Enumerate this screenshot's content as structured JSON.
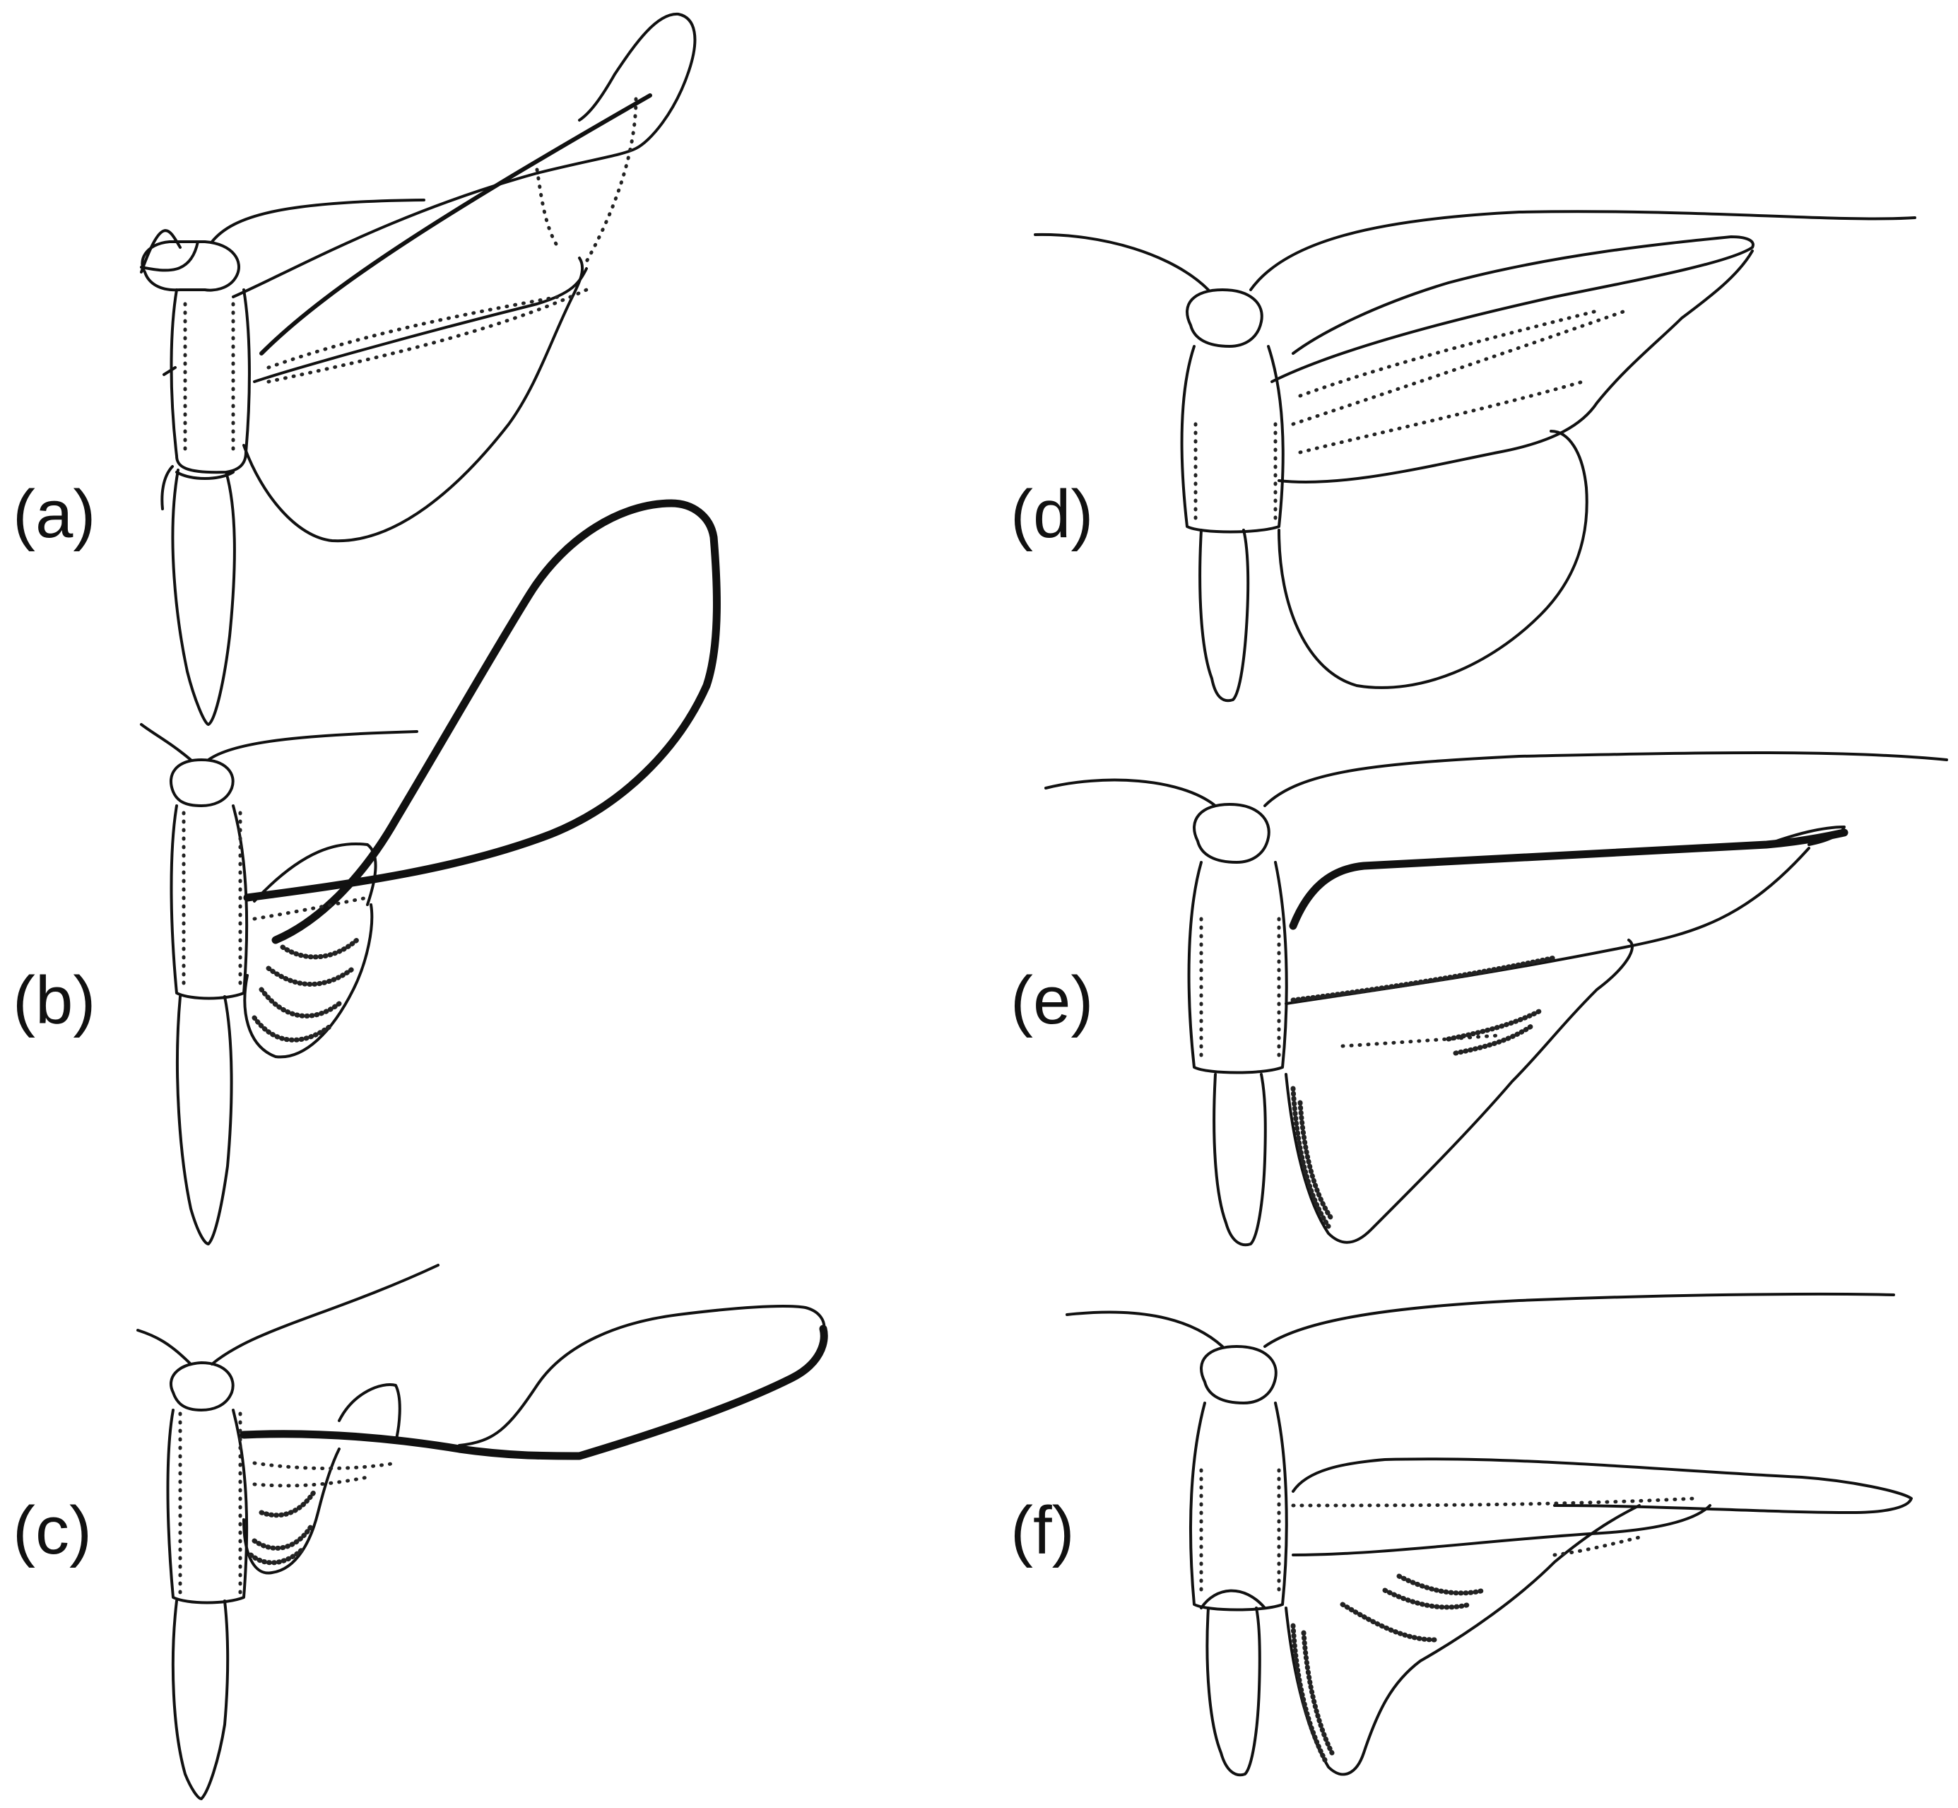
{
  "panels": [
    {
      "id": "a",
      "label": "(a)"
    },
    {
      "id": "b",
      "label": "(b)"
    },
    {
      "id": "c",
      "label": "(c)"
    },
    {
      "id": "d",
      "label": "(d)"
    },
    {
      "id": "e",
      "label": "(e)"
    },
    {
      "id": "f",
      "label": "(f)"
    }
  ],
  "colors": {
    "ink": "#111111",
    "background": "#ffffff"
  }
}
